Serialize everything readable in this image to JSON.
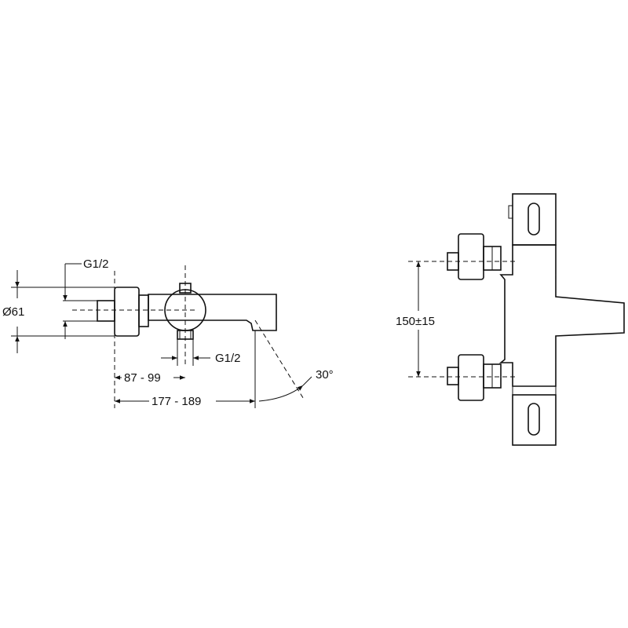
{
  "side_view": {
    "inlet_thread_top": "G1/2",
    "diameter": "Ø61",
    "outlet_thread": "G1/2",
    "depth_short": "87 - 99",
    "depth_long": "177 - 189",
    "spout_angle": "30°"
  },
  "front_view": {
    "centre_distance": "150±15"
  }
}
